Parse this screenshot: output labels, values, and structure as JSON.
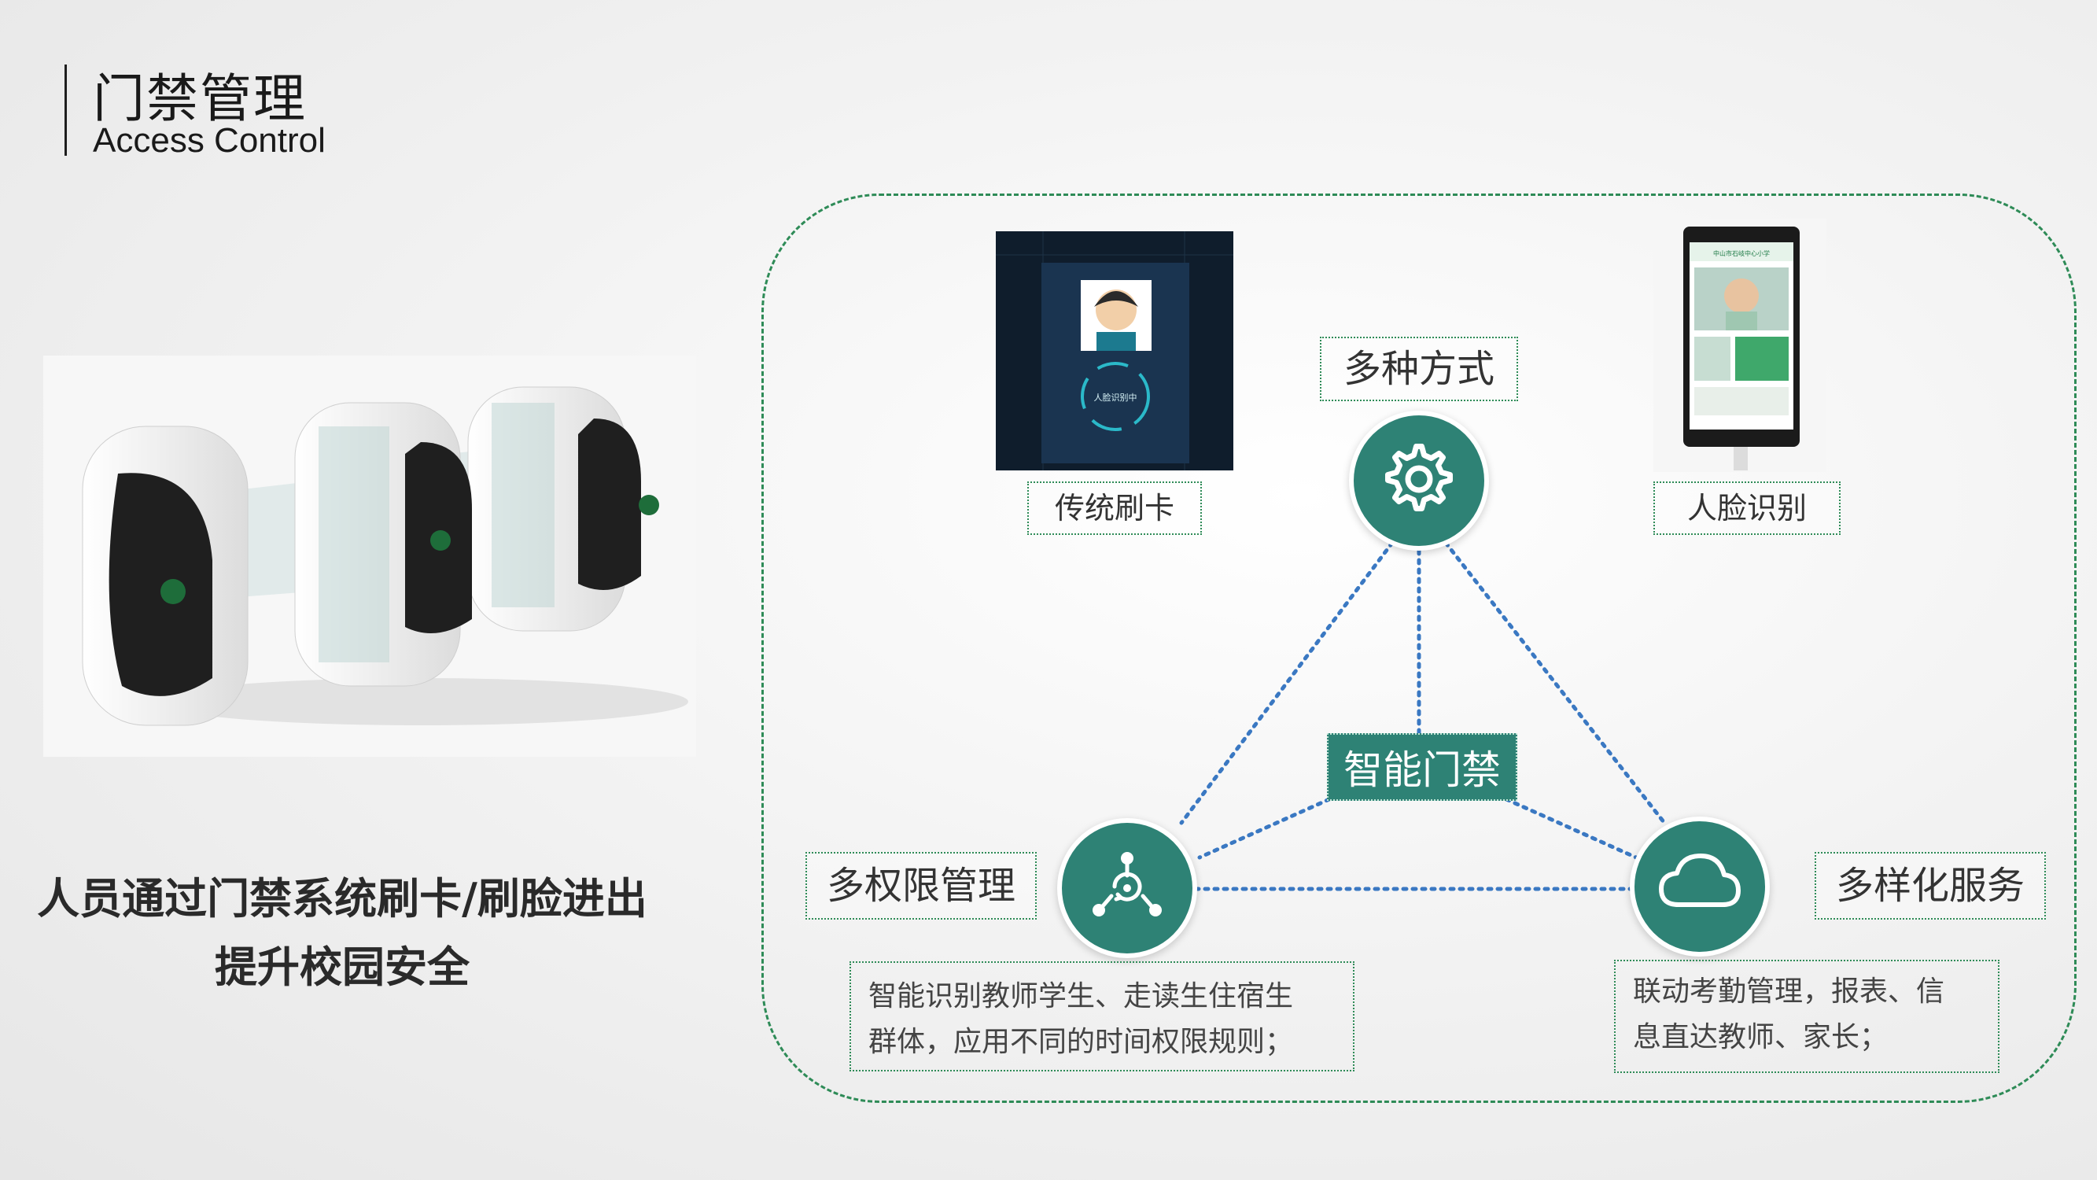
{
  "header": {
    "title_cn": "门禁管理",
    "title_en": "Access Control"
  },
  "caption": {
    "line1": "人员通过门禁系统刷卡/刷脸进出",
    "line2": "提升校园安全"
  },
  "diagram": {
    "center": "智能门禁",
    "labels": {
      "card": "传统刷卡",
      "face": "人脸识别",
      "methods": "多种方式",
      "permission": "多权限管理",
      "service": "多样化服务"
    },
    "descriptions": {
      "permission": [
        "智能识别教师学生、走读生住宿生",
        "群体，应用不同的时间权限规则；"
      ],
      "service": [
        "联动考勤管理，报表、信",
        "息直达教师、家长；"
      ]
    }
  },
  "device_screens": {
    "card_screen_text": "人脸识别中",
    "face_screen_school": "中山市石岐中心小学"
  },
  "colors": {
    "accent": "#2e8275",
    "frame": "#2e8b57",
    "dots": "#3a78c2"
  },
  "icons": {
    "methods": "gear-icon",
    "permission": "network-icon",
    "service": "cloud-icon"
  }
}
